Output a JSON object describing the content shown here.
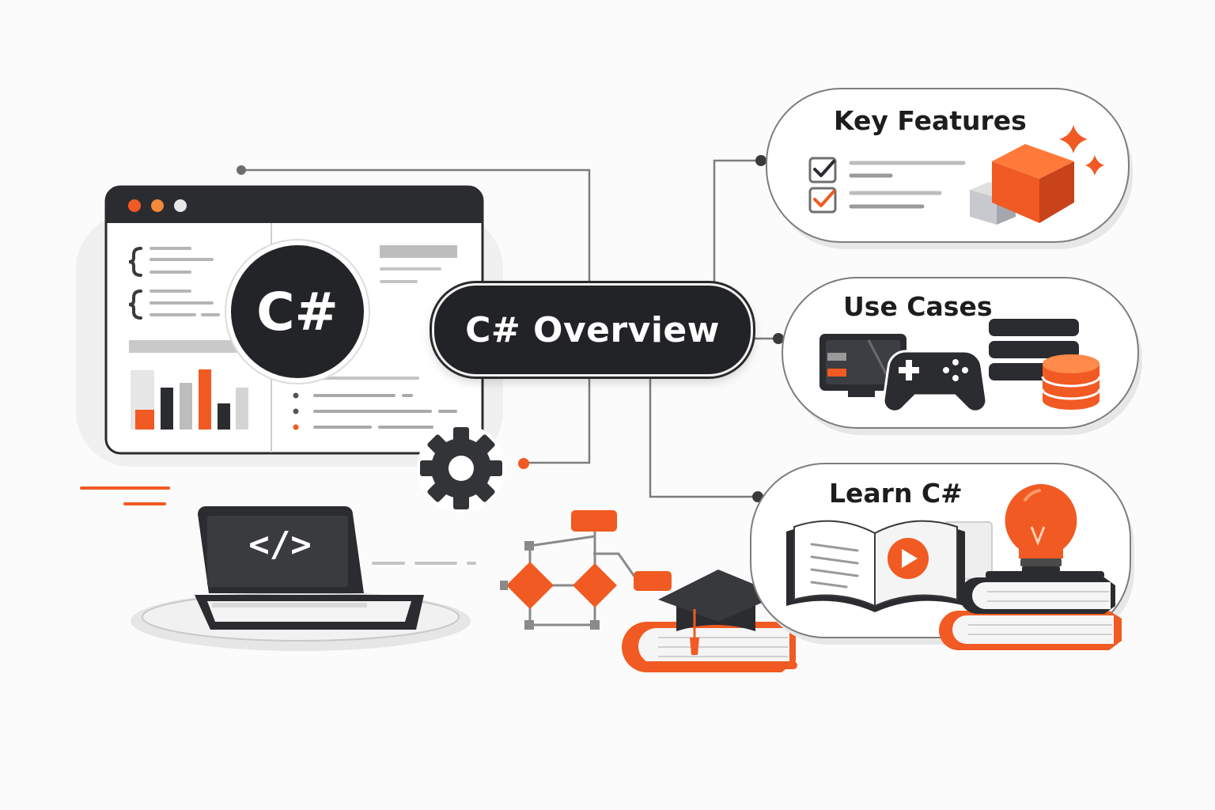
{
  "hub": {
    "label": "C# Overview"
  },
  "cards": {
    "key_features": {
      "title": "Key Features"
    },
    "use_cases": {
      "title": "Use Cases"
    },
    "learn": {
      "title": "Learn C#"
    }
  },
  "editor": {
    "badge_label": "C#"
  },
  "laptop": {
    "code_tag": "</>"
  },
  "colors": {
    "accent": "#f15a22",
    "dark": "#232427",
    "gray": "#b9b9b9",
    "line": "#7d7d7d"
  },
  "icons": [
    "window-dots-icon",
    "curly-brace-icon",
    "bar-chart-icon",
    "gear-icon",
    "laptop-icon",
    "code-tag-icon",
    "flowchart-icon",
    "graduation-cap-icon",
    "books-icon",
    "checkbox-icon",
    "cube-icon",
    "sparkle-icon",
    "monitor-icon",
    "gamepad-icon",
    "server-icon",
    "database-icon",
    "open-book-icon",
    "play-icon",
    "lightbulb-icon"
  ]
}
